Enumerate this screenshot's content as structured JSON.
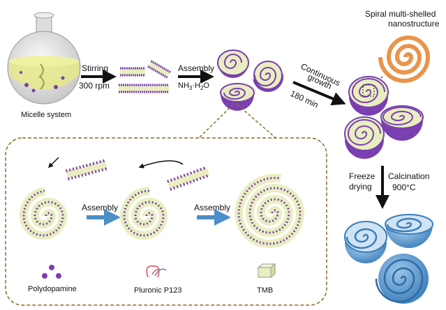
{
  "labels": {
    "micelle_system": "Micelle system",
    "stirring": "Stirring",
    "rpm": "300 rpm",
    "assembly_top": "Assembly",
    "nh3_a": "NH",
    "nh3_b": "3",
    "nh3_c": "·H",
    "nh3_d": "2",
    "nh3_e": "O",
    "continuous": "Continuous",
    "growth": "growth",
    "min180": "180 min",
    "spiral_title_1": "Spiral multi-shelled",
    "spiral_title_2": "nanostructure",
    "freeze": "Freeze",
    "drying": "drying",
    "calcination": "Calcination",
    "temp": "900°C",
    "assembly_1": "Assembly",
    "assembly_2": "Assembly",
    "polydopamine": "Polydopamine",
    "pluronic": "Pluronic P123",
    "tmb": "TMB"
  },
  "colors": {
    "purple": "#7a3fb0",
    "yellow_green": "#e9eec0",
    "blue": "#4a8fc7",
    "orange": "#e8944a",
    "dashed_border": "#8a6a20"
  }
}
